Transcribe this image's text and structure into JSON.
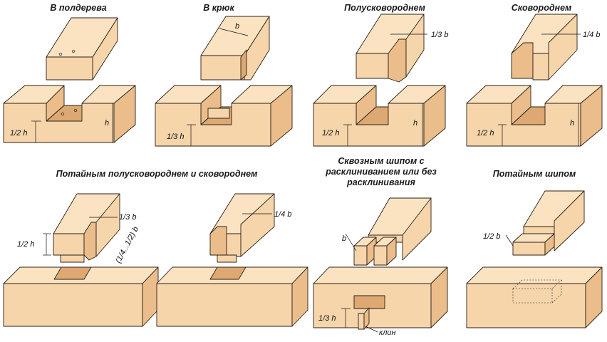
{
  "colors": {
    "wood_front": "#f6d5ab",
    "wood_top": "#fbe3c2",
    "wood_side": "#ebbd8a",
    "wood_dark": "#dda872",
    "outline": "#2a2016"
  },
  "joints": [
    {
      "title": "В полдерева",
      "labels": {
        "depth": "1/2 h",
        "height": "h"
      }
    },
    {
      "title": "В крюк",
      "labels": {
        "width": "b",
        "depth": "1/3 h"
      }
    },
    {
      "title": "Полусковороднем",
      "labels": {
        "offset": "1/3 b",
        "depth": "1/2 h",
        "height": "h"
      }
    },
    {
      "title": "Сковороднем",
      "labels": {
        "offset": "1/4 b",
        "depth": "1/2 h",
        "height": "h"
      }
    },
    {
      "title": "Потайным полусковороднем и сковороднем",
      "labels": {
        "offset_a": "1/3 b",
        "offset_b": "1/4 b",
        "depth": "1/2 h",
        "range": "(1/4...1/2) b"
      }
    },
    {
      "title_lines": [
        "Сквозным шипом с",
        "расклиниванием или без",
        "расклинивания"
      ],
      "labels": {
        "width": "b",
        "depth": "1/3 h",
        "wedge": "клин"
      }
    },
    {
      "title": "Потайным шипом",
      "labels": {
        "width": "1/2 b"
      }
    }
  ]
}
